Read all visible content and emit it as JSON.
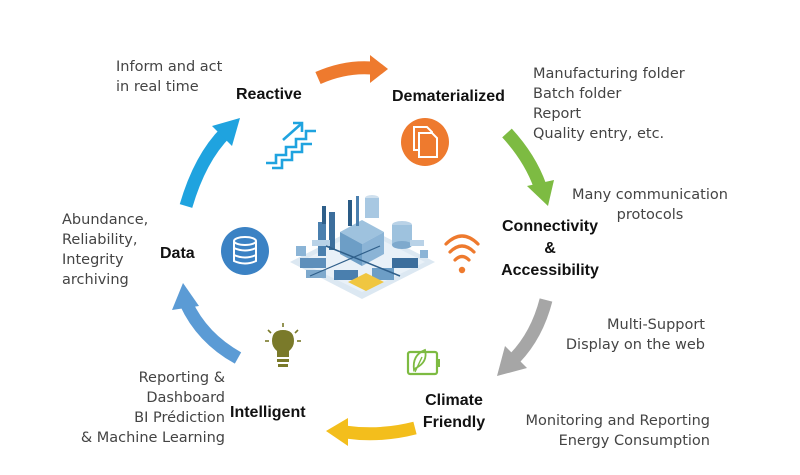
{
  "stages": {
    "reactive": {
      "title": "Reactive",
      "desc_lines": [
        "Inform and act",
        "in real time"
      ],
      "icon": "stairs-icon"
    },
    "dematerialized": {
      "title": "Dematerialized",
      "desc_lines": [
        "Manufacturing folder",
        "Batch folder",
        "Report",
        "Quality entry, etc."
      ],
      "icon": "documents-icon"
    },
    "connectivity": {
      "title_lines": [
        "Connectivity",
        "&",
        "Accessibility"
      ],
      "desc_lines": [
        "Many communication",
        "protocols"
      ],
      "icon": "wifi-icon"
    },
    "climate": {
      "title_lines": [
        "Climate",
        "Friendly"
      ],
      "desc_top_lines": [
        "Multi-Support",
        "Display on the web"
      ],
      "desc_bottom_lines": [
        "Monitoring and Reporting",
        "Energy Consumption"
      ],
      "icon": "leaf-battery-icon"
    },
    "intelligent": {
      "title": "Intelligent",
      "desc_lines": [
        "Reporting &",
        "Dashboard",
        "BI Prédiction",
        "& Machine Learning"
      ],
      "icon": "lightbulb-icon"
    },
    "data": {
      "title": "Data",
      "desc_lines": [
        "Abundance,",
        "Reliability,",
        "Integrity",
        "archiving"
      ],
      "icon": "database-icon"
    }
  },
  "center_image": "factory-illustration",
  "colors": {
    "orange": "#ee7a2e",
    "green": "#7dbb42",
    "gray": "#a6a6a6",
    "yellow": "#f3be1c",
    "blue": "#5b9bd5",
    "cyan": "#1fa3df",
    "olive": "#7a7a2a"
  }
}
